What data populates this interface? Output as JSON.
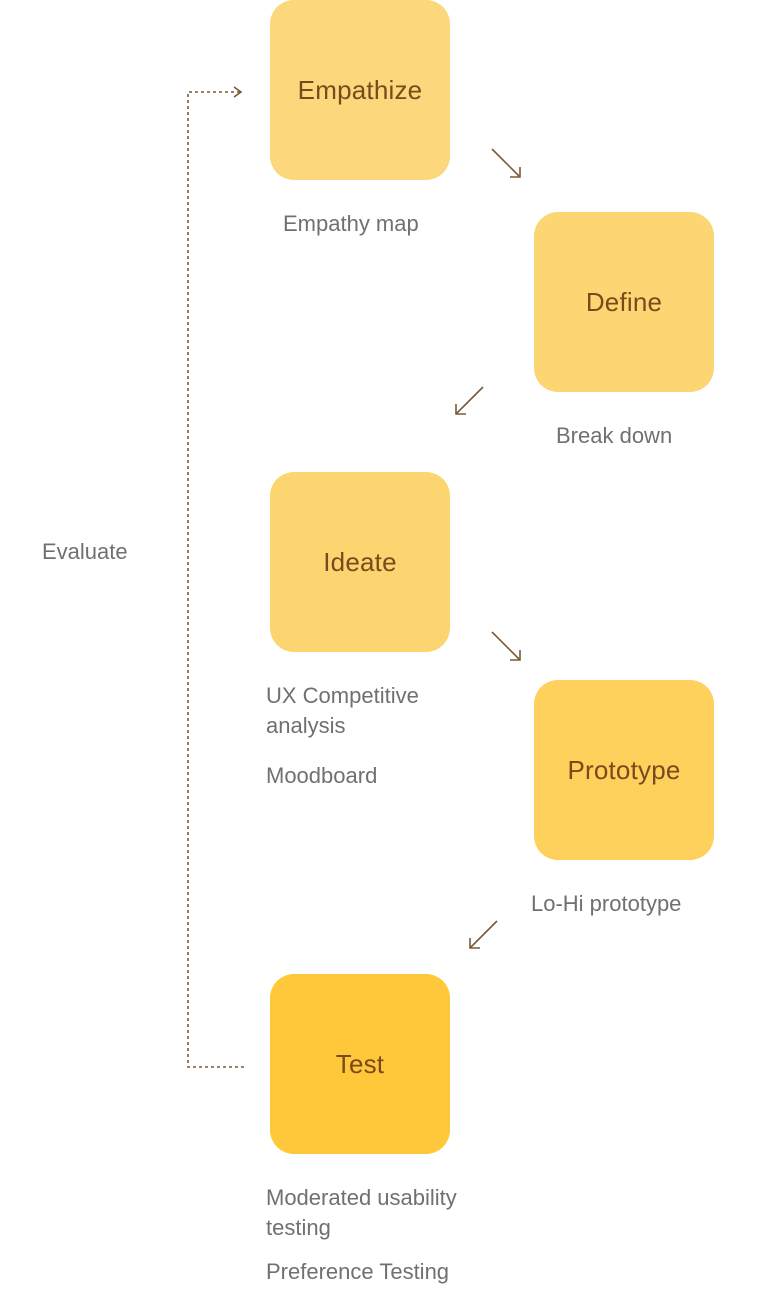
{
  "stages": {
    "empathize": {
      "label": "Empathize",
      "notes": [
        "Empathy map"
      ]
    },
    "define": {
      "label": "Define",
      "notes": [
        "Break down"
      ]
    },
    "ideate": {
      "label": "Ideate",
      "notes": [
        "UX Competitive analysis",
        "Moodboard"
      ]
    },
    "prototype": {
      "label": "Prototype",
      "notes": [
        "Lo-Hi prototype"
      ]
    },
    "test": {
      "label": "Test",
      "notes": [
        "Moderated usability testing",
        "Preference Testing"
      ]
    }
  },
  "loop": {
    "label": "Evaluate"
  },
  "colors": {
    "stage_text": "#7a4a1c",
    "note_text": "#707070",
    "arrow": "#7a5a3a",
    "empathize_fill": "#fcd77b",
    "define_fill": "#fcd673",
    "ideate_fill": "#fcd570",
    "prototype_fill": "#fdd15c",
    "test_fill": "#fec83a"
  }
}
